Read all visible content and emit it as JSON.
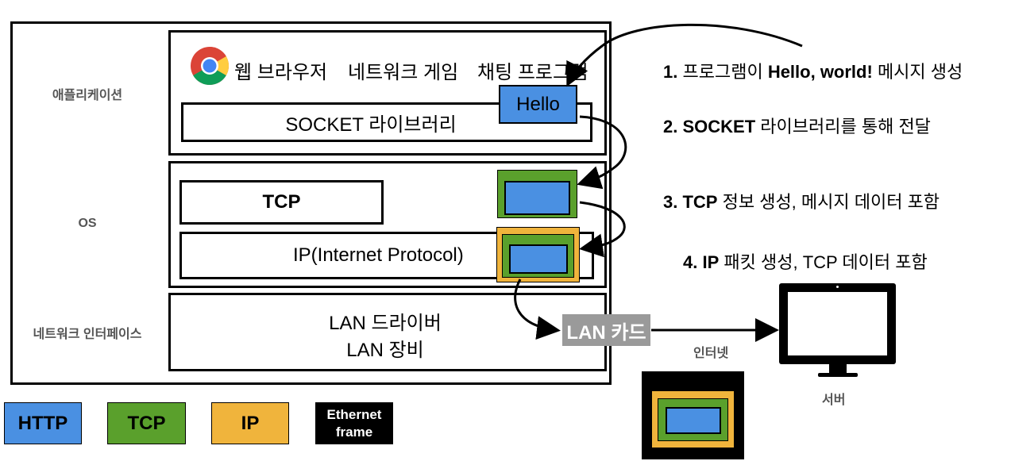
{
  "layers": {
    "application": "애플리케이션",
    "os": "OS",
    "network_interface": "네트워크 인터페이스"
  },
  "apps": {
    "browser": "웹 브라우저",
    "game": "네트워크 게임",
    "chat": "채팅 프로그램"
  },
  "socket": {
    "library": "SOCKET 라이브러리",
    "hello": "Hello"
  },
  "os_boxes": {
    "tcp": "TCP",
    "ip": "IP(Internet Protocol)"
  },
  "nic": {
    "driver": "LAN 드라이버",
    "device": "LAN 장비",
    "card": "LAN 카드"
  },
  "steps": [
    {
      "num": "1.",
      "bold": "Hello, world!",
      "pre": "프로그램이",
      "post": "메시지 생성"
    },
    {
      "num": "2.",
      "bold": "SOCKET",
      "pre": "",
      "post": "라이브러리를 통해 전달"
    },
    {
      "num": "3.",
      "bold": "TCP",
      "pre": "",
      "post": "정보 생성, 메시지 데이터 포함"
    },
    {
      "num": "4.",
      "bold": "IP",
      "pre": "",
      "post": "패킷 생성, TCP 데이터 포함"
    }
  ],
  "network": {
    "internet": "인터넷",
    "server": "서버"
  },
  "legend": {
    "http": "HTTP",
    "tcp": "TCP",
    "ip": "IP",
    "ethernet_line1": "Ethernet",
    "ethernet_line2": "frame"
  },
  "colors": {
    "http": "#4a90e2",
    "tcp": "#5aa02c",
    "ip": "#f0b43c",
    "card": "#9a9a9a"
  }
}
